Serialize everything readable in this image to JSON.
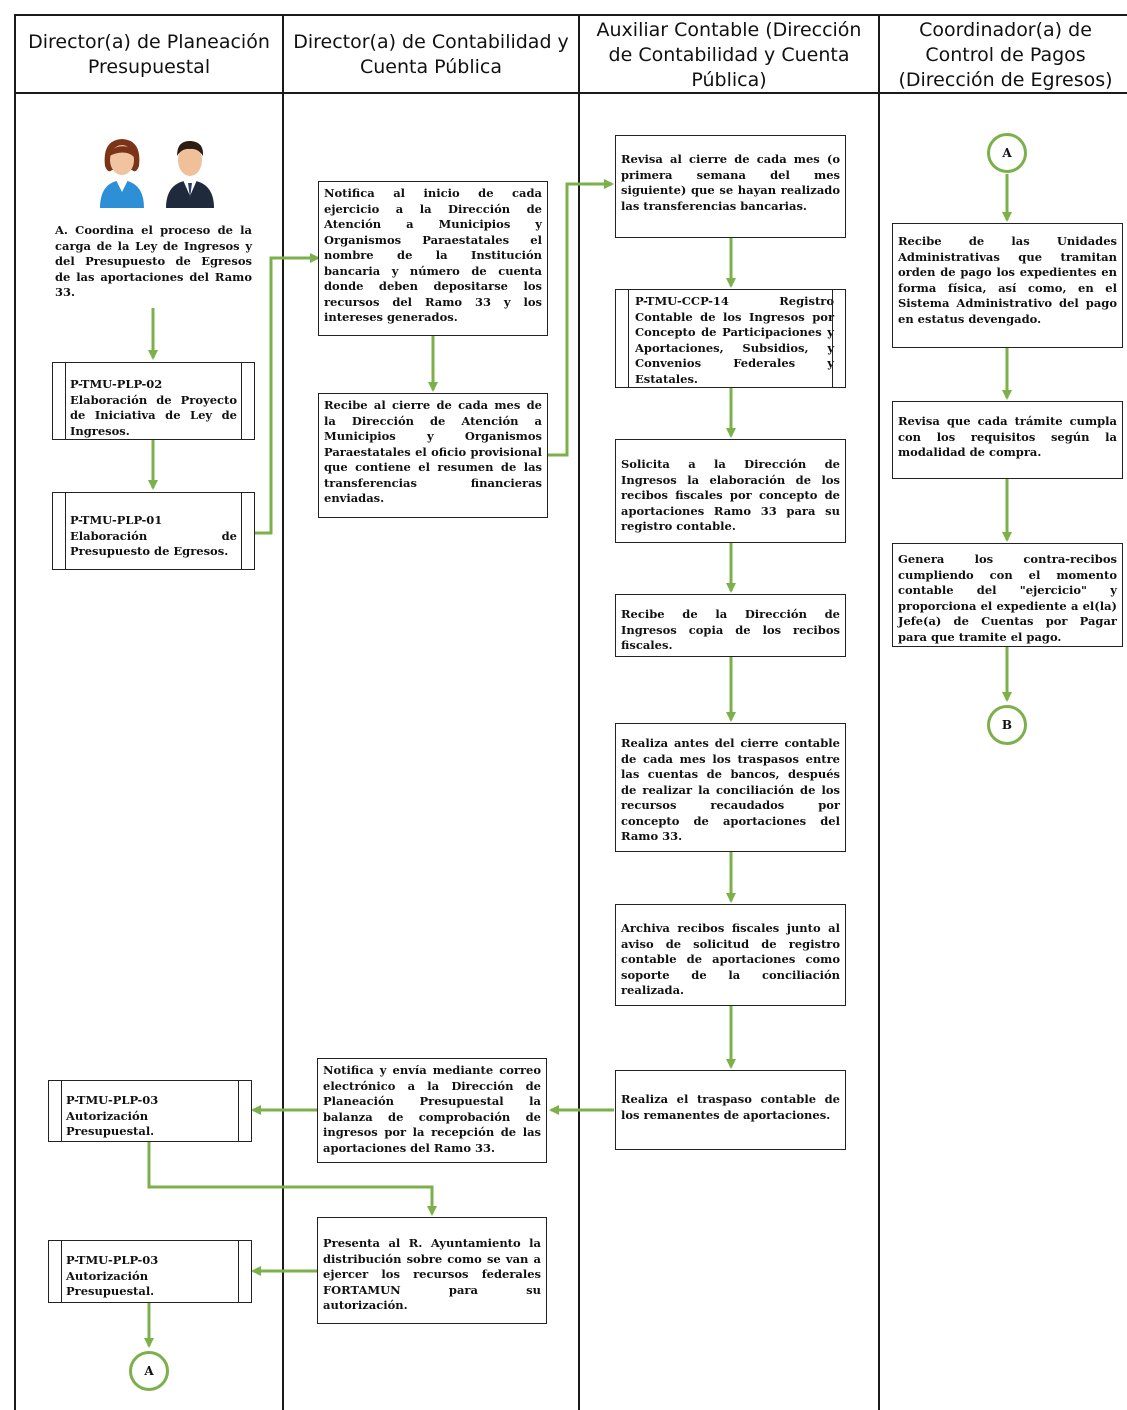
{
  "lanes": [
    "Director(a) de Planeación Presupuestal",
    "Director(a) de Contabilidad y Cuenta Pública",
    "Auxiliar Contable (Dirección de Contabilidad y Cuenta Pública)",
    "Coordinador(a) de Control de Pagos (Dirección de Egresos)"
  ],
  "icons": [
    "female-user-icon",
    "male-user-icon"
  ],
  "colors": {
    "arrow": "#7bb04a",
    "line": "#1a1a1a"
  },
  "lane1": {
    "intro": "A. Coordina el proceso de la carga de la Ley de Ingresos y del Presupuesto de Egresos de las aportaciones del Ramo 33.",
    "plp02": "P-TMU-PLP-02 Elaboración de Proyecto de Iniciativa de Ley de Ingresos.",
    "plp01": "P-TMU-PLP-01 Elaboración de Presupuesto de Egresos.",
    "plp03a": "P-TMU-PLP-03 Autorización Presupuestal.",
    "plp03b": "P-TMU-PLP-03 Autorización Presupuestal.",
    "connector_a": "A"
  },
  "lane2": {
    "notifica_inicio": "Notifica al inicio de cada ejercicio a la Dirección de Atención a Municipios y Organismos Paraestatales el nombre de la Institución bancaria y número de cuenta donde deben depositarse los recursos del Ramo 33 y los intereses generados.",
    "recibe_cierre": "Recibe al cierre de cada mes de la Dirección de Atención a Municipios y Organismos Paraestatales el oficio provisional que contiene el resumen de las transferencias financieras enviadas.",
    "notifica_envia": "Notifica y envía mediante correo electrónico a la Dirección de Planeación Presupuestal la balanza de comprobación de ingresos por la recepción de las aportaciones del Ramo 33.",
    "presenta": "Presenta al R. Ayuntamiento la distribución sobre como se van a ejercer los recursos federales FORTAMUN para su autorización."
  },
  "lane3": {
    "revisa": "Revisa al cierre de cada mes (o primera semana del mes siguiente) que se hayan realizado las transferencias bancarias.",
    "ccp14": "P-TMU-CCP-14 Registro Contable de los Ingresos por Concepto de Participaciones y Aportaciones, Subsidios, y Convenios Federales y Estatales.",
    "solicita": "Solicita a la Dirección de Ingresos la elaboración de los recibos fiscales por concepto de aportaciones Ramo 33 para su registro contable.",
    "recibe_copia": "Recibe de la Dirección de Ingresos copia de los recibos fiscales.",
    "realiza_antes": "Realiza antes del cierre contable de cada mes los traspasos entre las cuentas de bancos, después de realizar la conciliación de los recursos recaudados por concepto de aportaciones del Ramo 33.",
    "archiva": "Archiva recibos fiscales junto al aviso de solicitud de registro contable de aportaciones como soporte de la conciliación realizada.",
    "realiza_traspaso": "Realiza el traspaso contable de los remanentes de aportaciones."
  },
  "lane4": {
    "connector_a": "A",
    "recibe": "Recibe de las Unidades Administrativas que tramitan orden de pago los expedientes en forma física, así como, en el Sistema Administrativo del pago en estatus devengado.",
    "revisa_tramite": "Revisa que cada trámite cumpla con los requisitos según la modalidad de compra.",
    "genera": "Genera los contra-recibos cumpliendo con el momento contable del \"ejercicio\" y proporciona el expediente a el(la) Jefe(a) de Cuentas por Pagar para que tramite el pago.",
    "connector_b": "B"
  }
}
